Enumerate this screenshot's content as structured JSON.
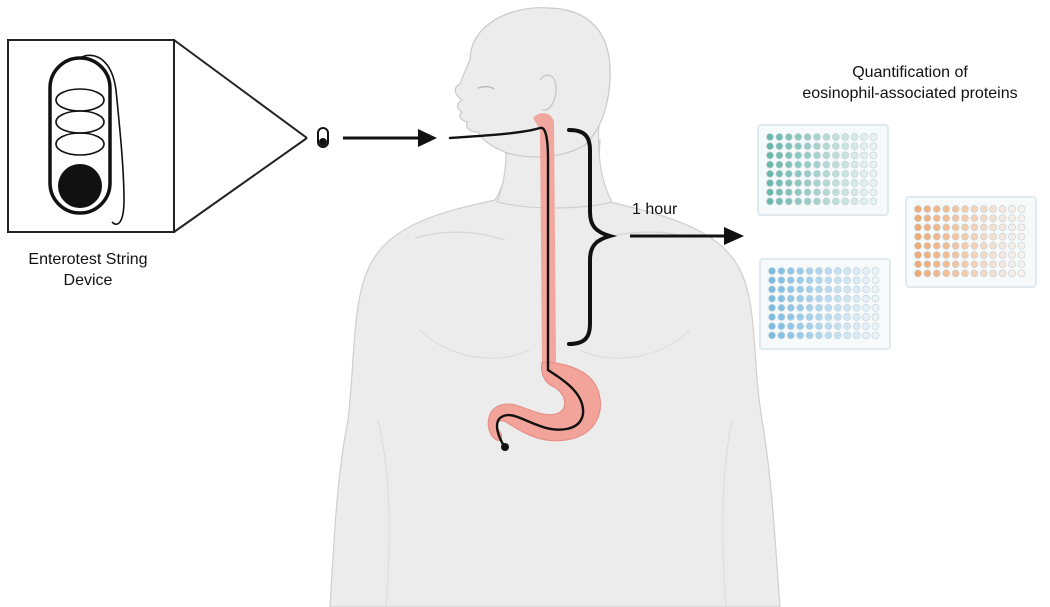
{
  "labels": {
    "device_line1": "Enterotest String",
    "device_line2": "Device",
    "plates_line1": "Quantification of",
    "plates_line2": "eosinophil-associated proteins",
    "time": "1 hour"
  },
  "colors": {
    "skin": "#ececec",
    "skin_outline": "#c9c9c9",
    "esophagus": "#f2a39a",
    "esophagus_dark": "#e68a80",
    "string": "#111111",
    "plate_teal": "#5fb3a6",
    "plate_blue": "#74b8e2",
    "plate_orange": "#f0a46a",
    "plate_frame": "#dfe9ee"
  },
  "icons": {
    "capsule": "capsule-icon",
    "arrow": "arrow-right-icon",
    "bracket": "curly-brace-icon",
    "plate": "well-plate-icon"
  },
  "plates": [
    {
      "name": "teal-plate",
      "color": "teal",
      "rows": 8,
      "cols": 12
    },
    {
      "name": "orange-plate",
      "color": "orange",
      "rows": 8,
      "cols": 12
    },
    {
      "name": "blue-plate",
      "color": "blue",
      "rows": 8,
      "cols": 12
    }
  ]
}
